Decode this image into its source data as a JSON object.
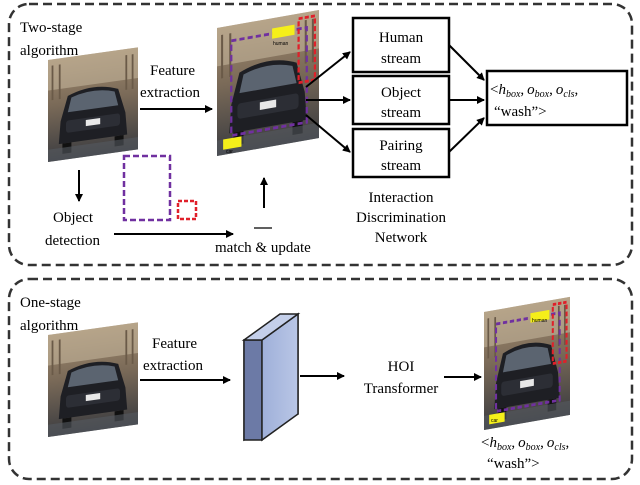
{
  "two_stage": {
    "title_line1": "Two-stage",
    "title_line2": "algorithm",
    "feature_line1": "Feature",
    "feature_line2": "extraction",
    "detection_line1": "Object",
    "detection_line2": "detection",
    "match_label": "match & update",
    "human_tag": "human",
    "car_tag": "car",
    "streams": [
      "Human",
      "stream",
      "Object",
      "stream",
      "Pairing",
      "stream"
    ],
    "network_line1": "Interaction",
    "network_line2": "Discrimination",
    "network_line3": "Network",
    "output": {
      "open": "<",
      "h": "h",
      "box": "box",
      "o": "o",
      "cls": "cls",
      "comma": ",",
      "wash": "“wash”>"
    }
  },
  "one_stage": {
    "title_line1": "One-stage",
    "title_line2": "algorithm",
    "feature_line1": "Feature",
    "feature_line2": "extraction",
    "hoi_line1": "HOI",
    "hoi_line2": "Transformer",
    "human_tag": "human",
    "car_tag": "car",
    "output": {
      "open": "<",
      "h": "h",
      "box": "box",
      "o": "o",
      "cls": "cls",
      "comma": ",",
      "wash": "“wash”>"
    }
  },
  "colors": {
    "panel_border": "#333333",
    "person_box": "#7030a0",
    "object_box": "#e0202a",
    "tag_fill": "#f5ef1a",
    "block_face": "#a9b8dc"
  }
}
